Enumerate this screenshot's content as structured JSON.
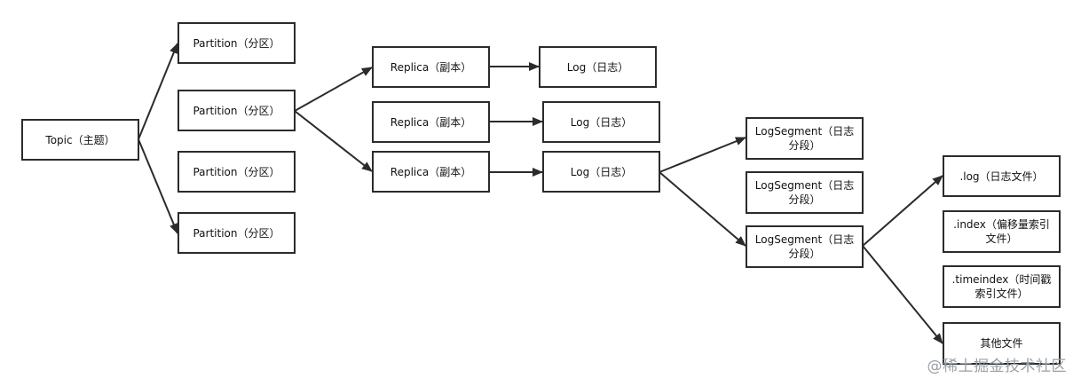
{
  "nodes": {
    "topic": "Topic（主题）",
    "partition_1": "Partition（分区）",
    "partition_2": "Partition（分区）",
    "partition_3": "Partition（分区）",
    "partition_4": "Partition（分区）",
    "replica_1": "Replica（副本）",
    "replica_2": "Replica（副本）",
    "replica_3": "Replica（副本）",
    "log_1": "Log（日志）",
    "log_2": "Log（日志）",
    "log_3": "Log（日志）",
    "logsegment_1": "LogSegment（日志分段）",
    "logsegment_2": "LogSegment（日志分段）",
    "logsegment_3": "LogSegment（日志分段）",
    "file_log": ".log（日志文件）",
    "file_index": ".index（偏移量索引文件）",
    "file_timeindex": ".timeindex（时间戳索引文件）",
    "file_other": "其他文件"
  },
  "watermark": "@稀土掘金技术社区"
}
